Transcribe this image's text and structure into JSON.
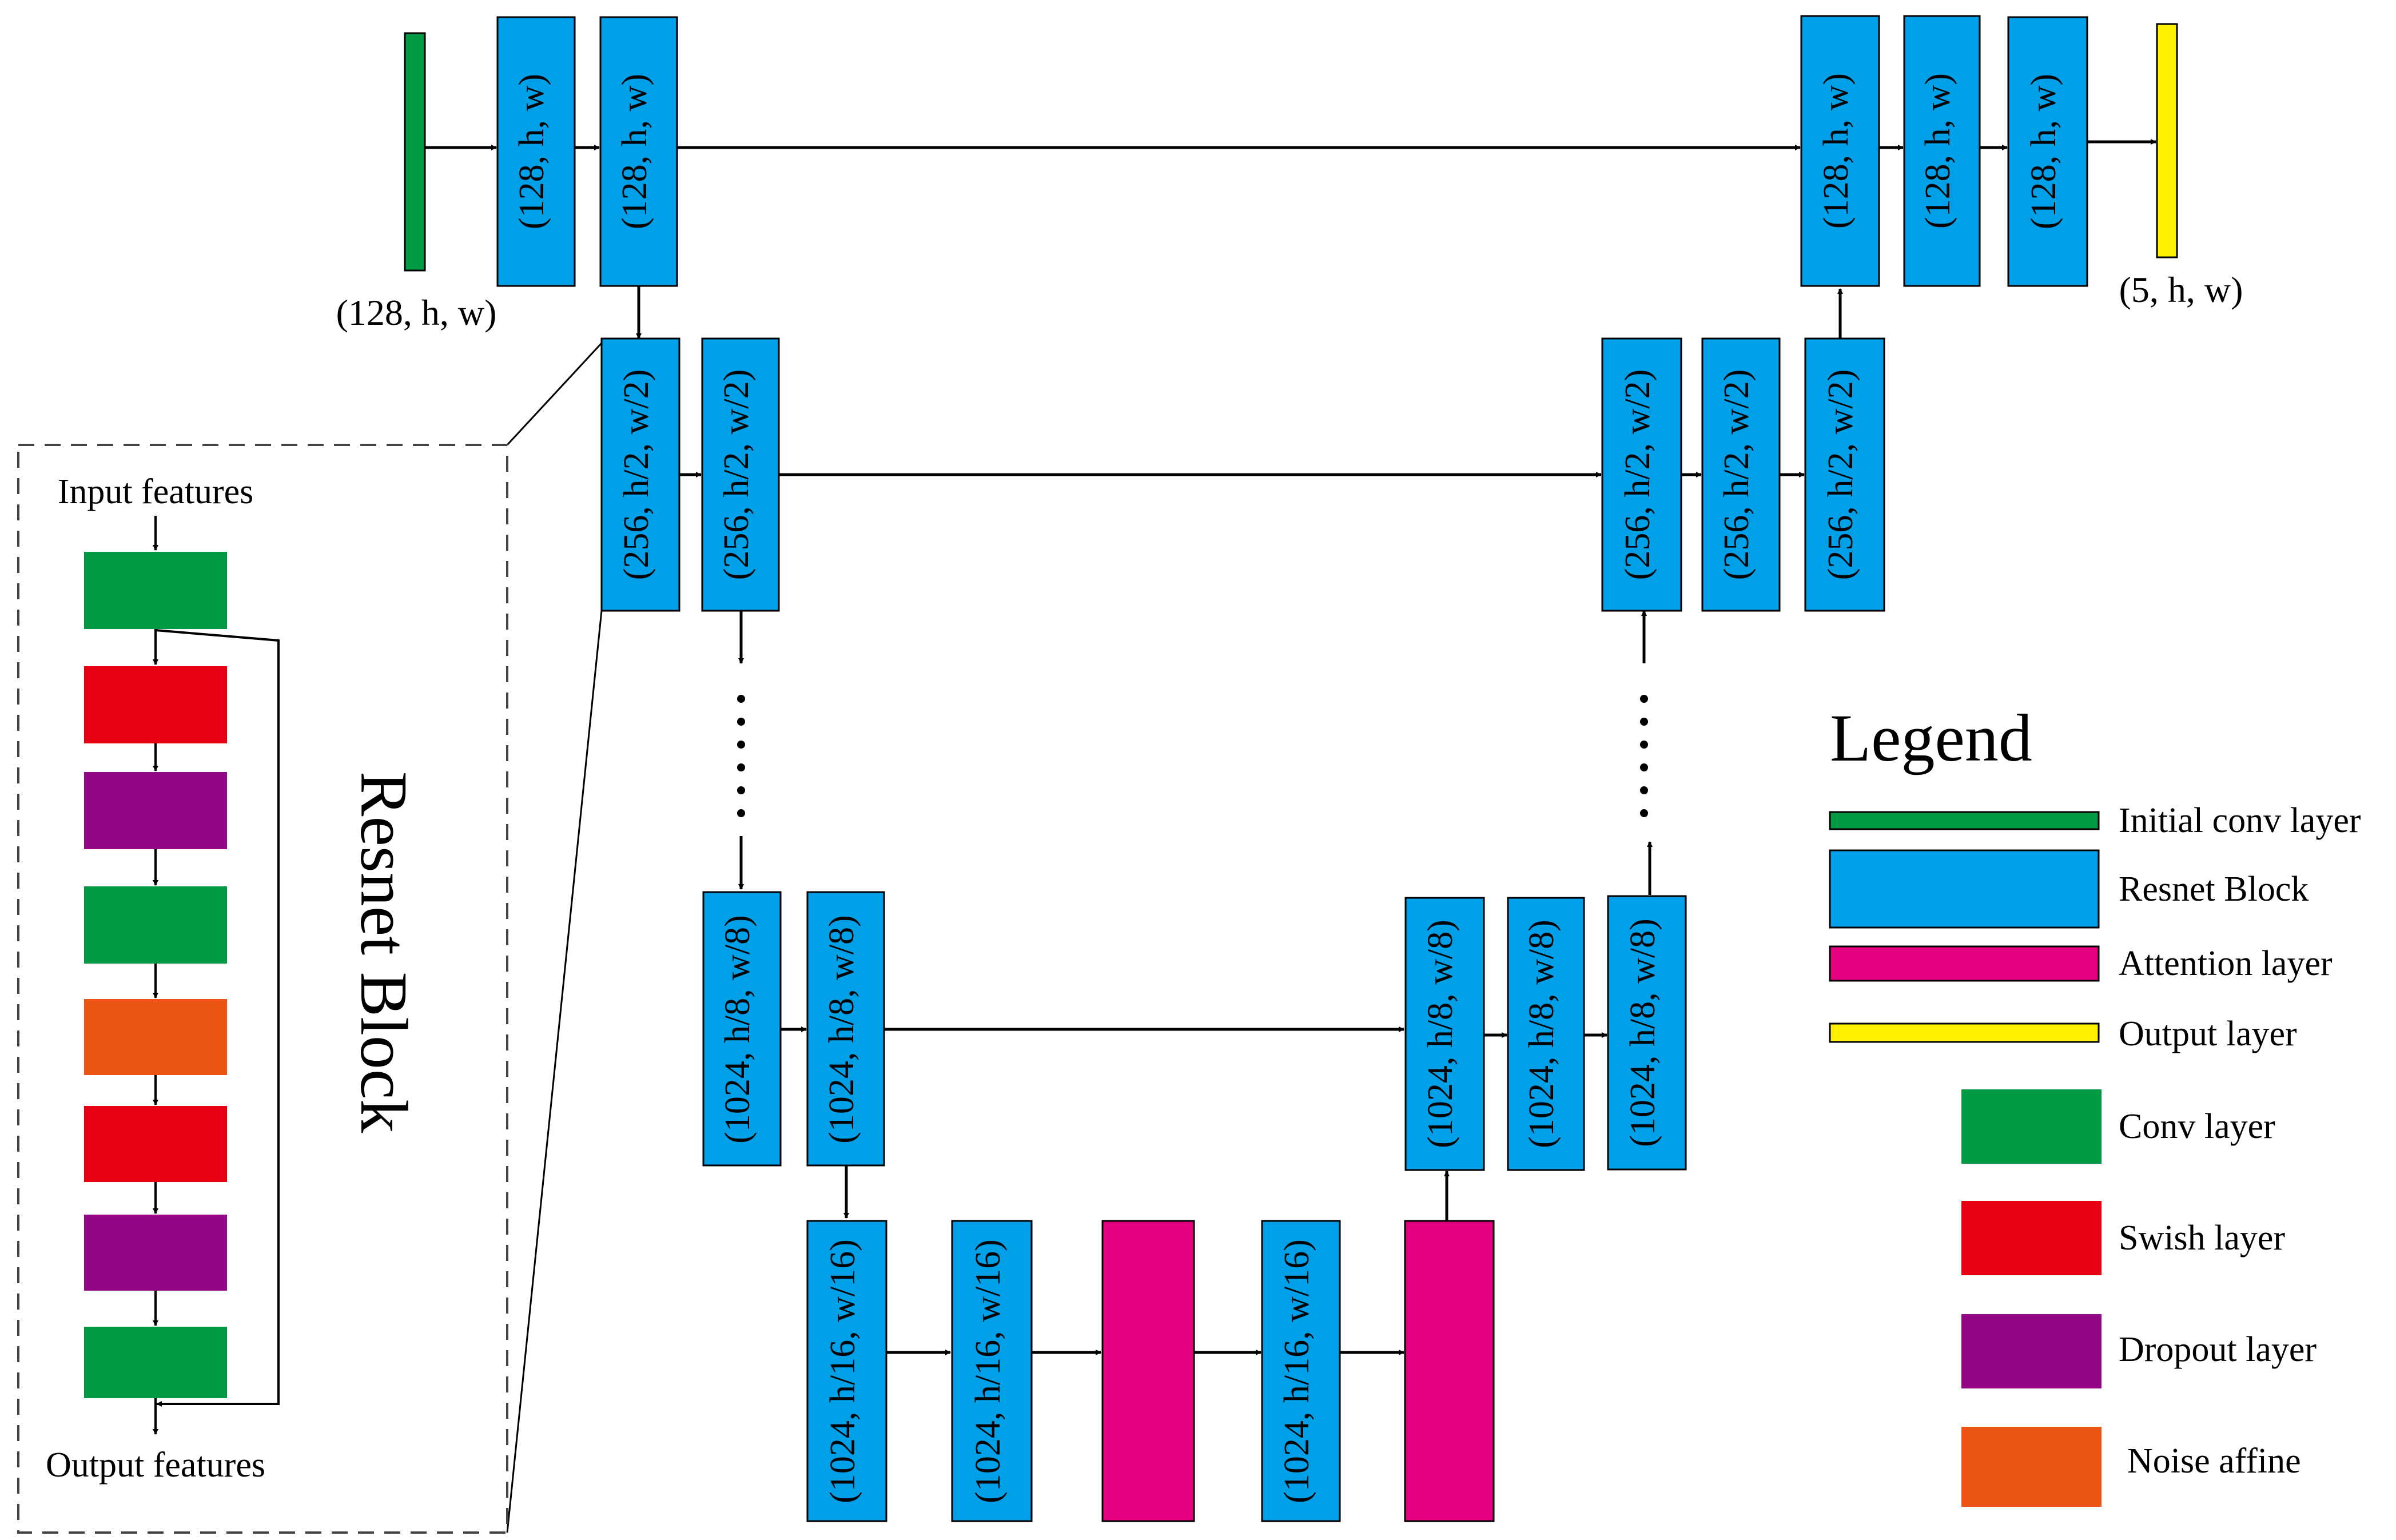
{
  "colors": {
    "resnet": "#00A0E9",
    "initial": "#009944",
    "conv": "#009944",
    "swish": "#E60012",
    "dropout": "#920783",
    "noise": "#EA5514",
    "attention": "#E4007F",
    "output": "#FFF100"
  },
  "block_labels": {
    "b128": "(128, h, w)",
    "b256": "(256, h/2, w/2)",
    "b1024_8": "(1024, h/8, w/8)",
    "b1024_16": "(1024, h/16, w/16)"
  },
  "input_shape": "(128, h, w)",
  "output_shape": "(5, h, w)",
  "resnet_block": {
    "title": "Resnet Block",
    "input_label": "Input features",
    "output_label": "Output features"
  },
  "legend": {
    "title": "Legend",
    "items": [
      {
        "label": "Initial conv layer",
        "color": "#009944"
      },
      {
        "label": "Resnet Block",
        "color": "#00A0E9"
      },
      {
        "label": "Attention layer",
        "color": "#E4007F"
      },
      {
        "label": "Output layer",
        "color": "#FFF100"
      },
      {
        "label": "Conv layer",
        "color": "#009944"
      },
      {
        "label": "Swish layer",
        "color": "#E60012"
      },
      {
        "label": "Dropout layer",
        "color": "#920783"
      },
      {
        "label": "Noise affine",
        "color": "#EA5514"
      }
    ]
  }
}
